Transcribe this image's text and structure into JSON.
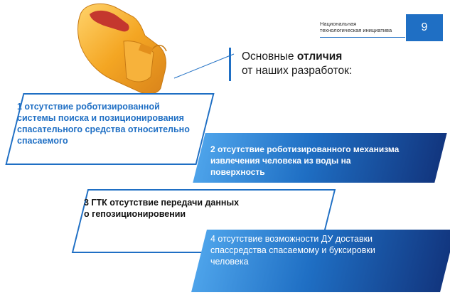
{
  "header": {
    "org_line1": "Национальная",
    "org_line2": "технологическая инициатива",
    "page_number": "9"
  },
  "title": {
    "line1_prefix": "Основные ",
    "line1_bold": "отличия",
    "line2": "от наших разработок:"
  },
  "items": [
    {
      "lines": [
        "1 отсутствие роботизированной",
        "системы поиска и позиционирования",
        "спасательного средства относительно",
        "спасаемого"
      ]
    },
    {
      "lines": [
        "2 отсутствие роботизированного механизма",
        "извлечения человека из воды на",
        "поверхность"
      ]
    },
    {
      "lines": [
        "3 ГТК отсутствие передачи данных",
        "о гепозиционировении"
      ]
    },
    {
      "lines": [
        "4 отсутствие возможности ДУ доставки",
        "спассредства спасаемому и буксировки",
        "человека"
      ]
    }
  ],
  "colors": {
    "accent": "#1f6fc4",
    "dark": "#12367f",
    "light": "#4da3ea",
    "product_orange": "#f4a623",
    "product_red": "#c4372e"
  }
}
